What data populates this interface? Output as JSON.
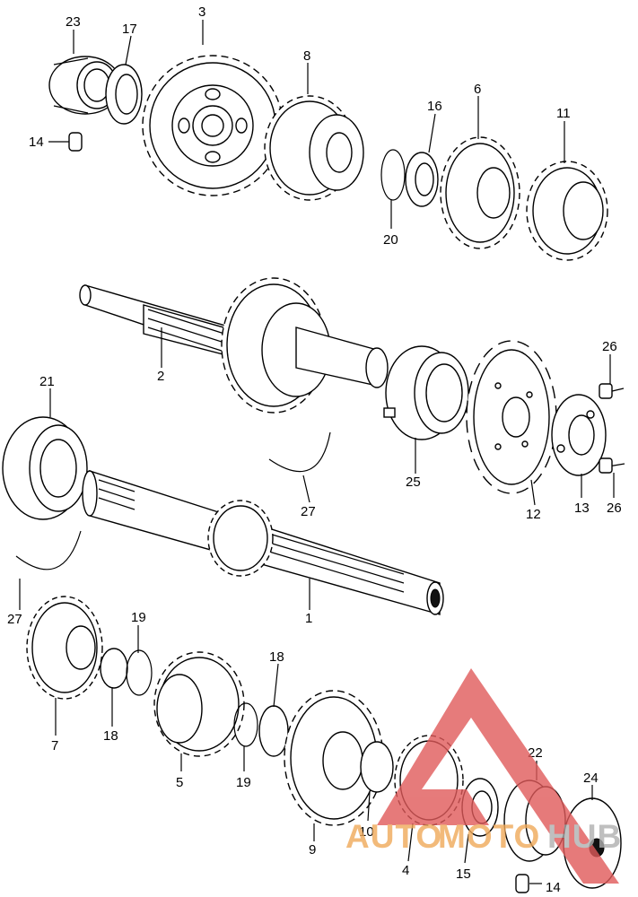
{
  "diagram": {
    "labels": {
      "p1": "1",
      "p2": "2",
      "p3": "3",
      "p4": "4",
      "p5": "5",
      "p6": "6",
      "p7": "7",
      "p8": "8",
      "p9": "9",
      "p10": "10",
      "p11": "11",
      "p12": "12",
      "p13": "13",
      "p14a": "14",
      "p14b": "14",
      "p15": "15",
      "p16": "16",
      "p17": "17",
      "p18a": "18",
      "p18b": "18",
      "p19a": "19",
      "p19b": "19",
      "p20": "20",
      "p21": "21",
      "p22": "22",
      "p23": "23",
      "p24": "24",
      "p25": "25",
      "p26a": "26",
      "p26b": "26",
      "p27a": "27",
      "p27b": "27"
    }
  },
  "watermark": {
    "text_a": "AUTO",
    "text_b": "MOTO",
    "text_c": "HUB",
    "color_red": "#e05a5a",
    "color_orange": "#f0a95a",
    "color_grey": "#b0b0b0"
  }
}
